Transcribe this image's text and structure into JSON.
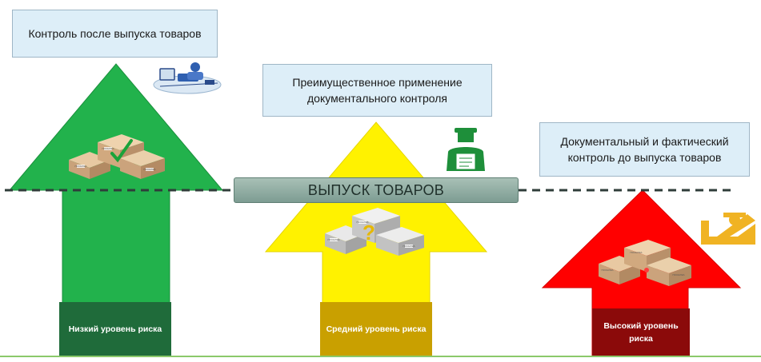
{
  "callouts": {
    "low": "Контроль после выпуска товаров",
    "medium": "Преимущественное применение документального контроля",
    "high": "Документальный и фактический контроль до выпуска товаров"
  },
  "release_bar": "ВЫПУСК ТОВАРОВ",
  "risk_levels": {
    "low": "Низкий уровень риска",
    "medium": "Средний уровень риска",
    "high": "Высокий уровень риска"
  },
  "box_stamp": "ПОСЫЛКА",
  "question_mark": "?",
  "colors": {
    "green_arrow": "#22b24c",
    "yellow_arrow": "#fff200",
    "red_arrow": "#ff0000",
    "low_label": "#1f6b3a",
    "medium_label": "#c9a000",
    "high_label": "#8b0a0a",
    "gold_icon": "#f0b323",
    "inspector_green": "#1e8f3a"
  }
}
